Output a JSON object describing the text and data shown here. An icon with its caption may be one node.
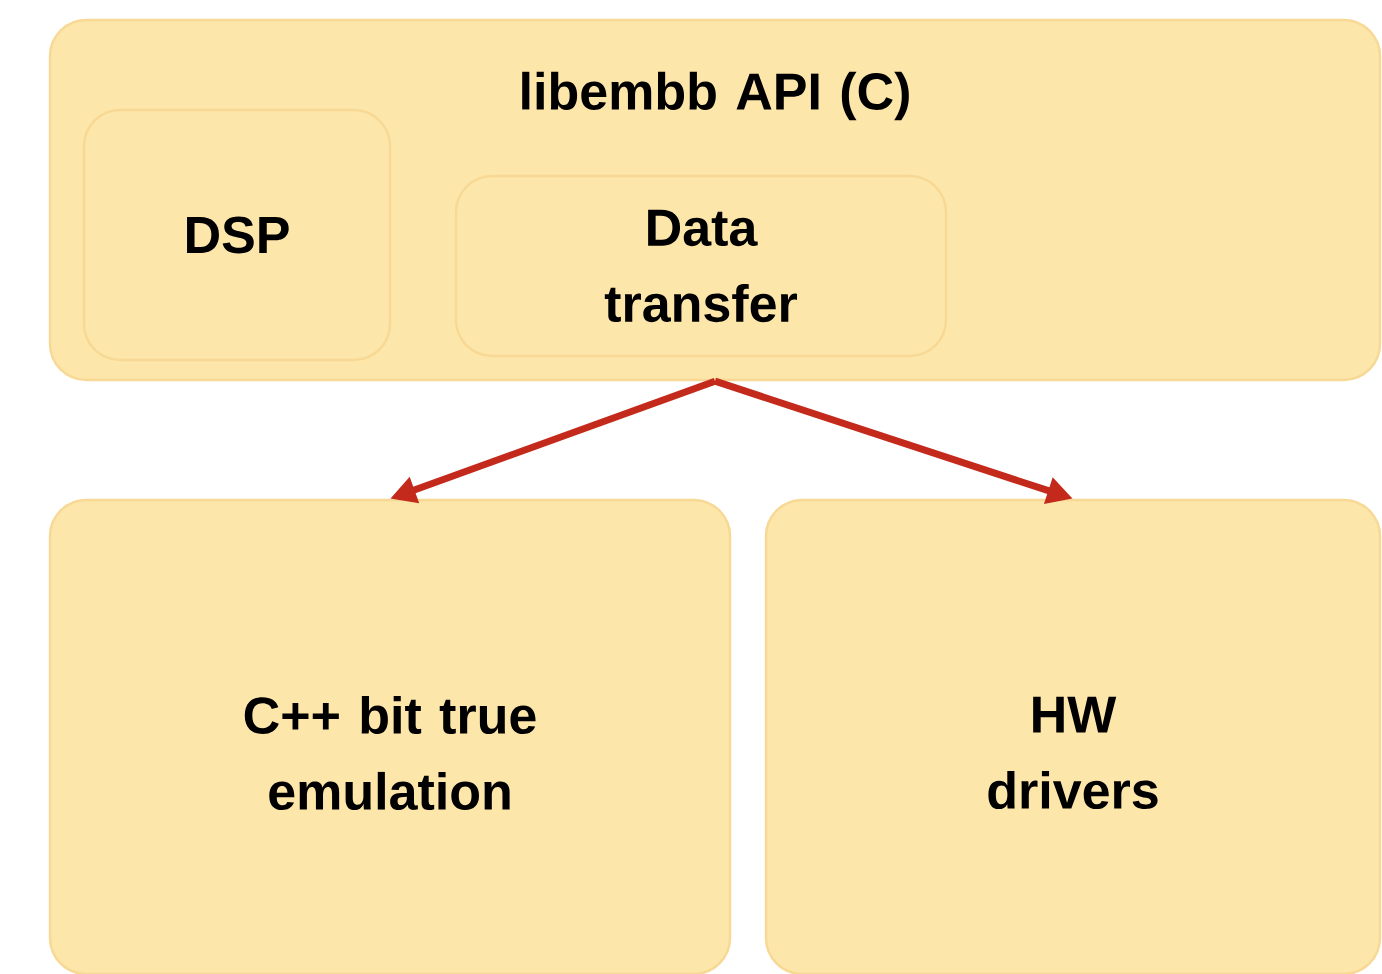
{
  "diagram": {
    "nodes": [
      {
        "text": [
          "libembb API (C)"
        ]
      },
      {
        "text": [
          "DSP"
        ],
        "in": 0
      },
      {
        "text": [
          "Data transfer"
        ],
        "in": 0
      },
      {
        "text": [
          "C++ bit true emulation"
        ]
      },
      {
        "text": [
          "HW drivers"
        ]
      }
    ],
    "edges": [
      {
        "from": 0,
        "to": 3,
        "arrow": "to"
      },
      {
        "from": 0,
        "to": 4,
        "arrow": "to"
      }
    ]
  }
}
